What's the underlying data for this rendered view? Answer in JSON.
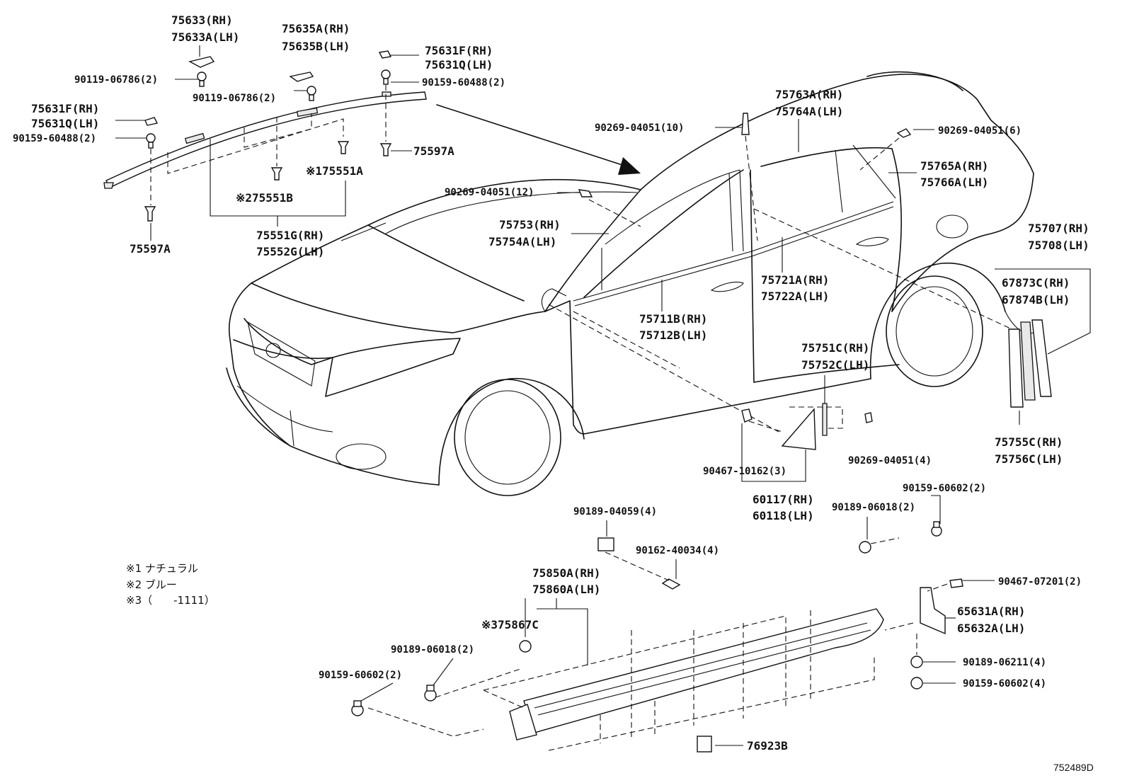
{
  "labels": {
    "l75633": "75633(RH)",
    "l75633a": "75633A(LH)",
    "l75635a": "75635A(RH)",
    "l75635b": "75635B(LH)",
    "l75631f_top": "75631F(RH)",
    "l75631q_top": "75631Q(LH)",
    "l90159_60488_top": "90159-60488(2)",
    "l90119_06786_a": "90119-06786(2)",
    "l90119_06786_b": "90119-06786(2)",
    "l75631f_left": "75631F(RH)",
    "l75631q_left": "75631Q(LH)",
    "l90159_60488_left": "90159-60488(2)",
    "l75597a_right": "75597A",
    "l75551a": "※175551A",
    "l75551b": "※275551B",
    "l75551g": "75551G(RH)",
    "l75552g": "75552G(LH)",
    "l75597a_left": "75597A",
    "l90269_04051_10": "90269-04051(10)",
    "l75763a": "75763A(RH)",
    "l75764a": "75764A(LH)",
    "l90269_04051_6": "90269-04051(6)",
    "l75765a": "75765A(RH)",
    "l75766a": "75766A(LH)",
    "l90269_04051_12": "90269-04051(12)",
    "l75753": "75753(RH)",
    "l75754a": "75754A(LH)",
    "l75707": "75707(RH)",
    "l75708": "75708(LH)",
    "l67873c": "67873C(RH)",
    "l67874b": "67874B(LH)",
    "l75721a": "75721A(RH)",
    "l75722a": "75722A(LH)",
    "l75711b": "75711B(RH)",
    "l75712b": "75712B(LH)",
    "l75751c": "75751C(RH)",
    "l75752c": "75752C(LH)",
    "l90269_04051_4": "90269-04051(4)",
    "l90467_10162": "90467-10162(3)",
    "l60117": "60117(RH)",
    "l60118": "60118(LH)",
    "l75755c": "75755C(RH)",
    "l75756c": "75756C(LH)",
    "l90159_60602_2_r": "90159-60602(2)",
    "l90189_04059": "90189-04059(4)",
    "l90189_06018_r": "90189-06018(2)",
    "l90162_40034": "90162-40034(4)",
    "l90467_07201": "90467-07201(2)",
    "l75850a": "75850A(RH)",
    "l75860a": "75860A(LH)",
    "l65631a": "65631A(RH)",
    "l65632a": "65632A(LH)",
    "l75867c": "※375867C",
    "l90189_06018_l": "90189-06018(2)",
    "l90189_06211": "90189-06211(4)",
    "l90159_60602_2_l": "90159-60602(2)",
    "l90159_60602_4": "90159-60602(4)",
    "l76923b": "76923B"
  },
  "notes": {
    "n1": "※1 ナチュラル",
    "n2": "※2 ブルー",
    "n3": "※3（　　-1111）"
  },
  "figure_ref": "752489D"
}
